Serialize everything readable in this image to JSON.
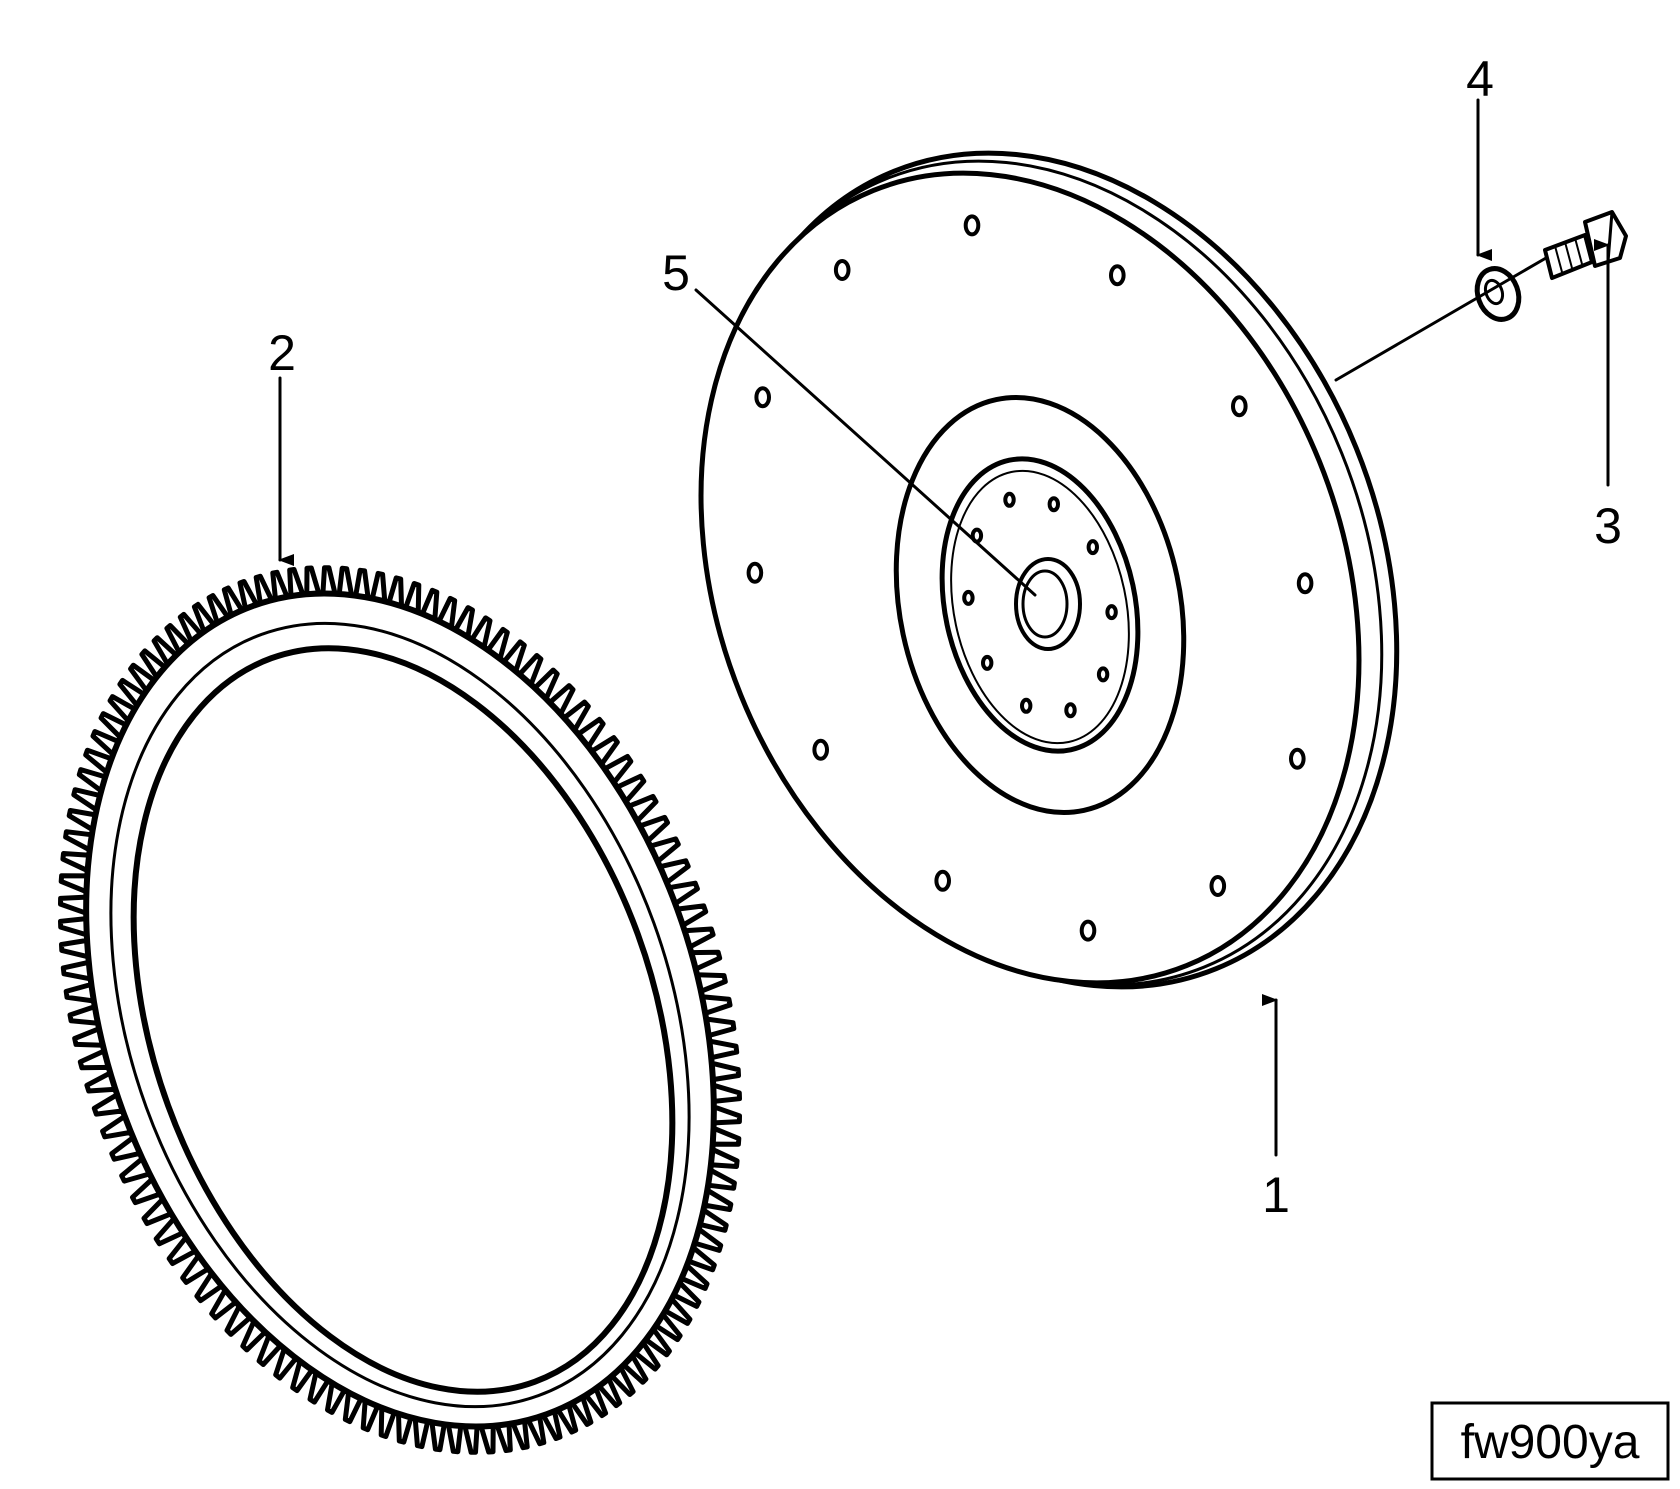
{
  "figure": {
    "code": "fw900ya",
    "colors": {
      "ink": "#000000",
      "background": "#ffffff"
    }
  },
  "callouts": [
    {
      "id": "1",
      "label": "1",
      "part": "flywheel"
    },
    {
      "id": "2",
      "label": "2",
      "part": "ring-gear"
    },
    {
      "id": "3",
      "label": "3",
      "part": "capscrew"
    },
    {
      "id": "4",
      "label": "4",
      "part": "washer"
    },
    {
      "id": "5",
      "label": "5",
      "part": "pilot-bore"
    }
  ]
}
